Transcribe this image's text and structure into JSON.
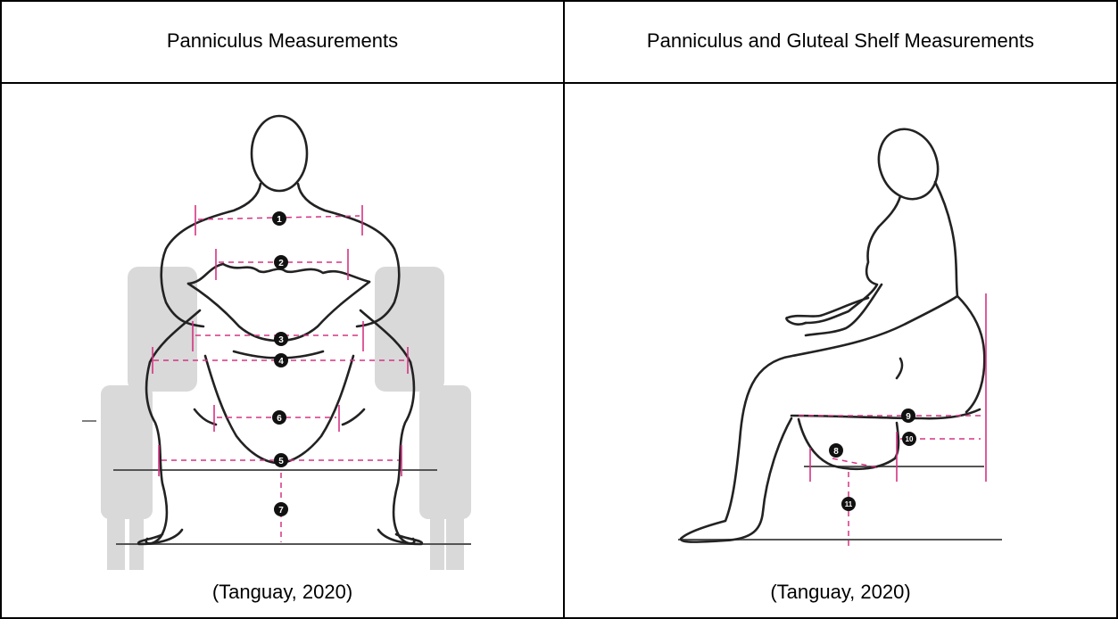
{
  "table": {
    "col1": {
      "header": "Panniculus Measurements",
      "caption": "(Tanguay, 2020)"
    },
    "col2": {
      "header": "Panniculus and Gluteal Shelf Measurements",
      "caption": "(Tanguay, 2020)"
    }
  },
  "markers_front": [
    "1",
    "2",
    "3",
    "4",
    "6",
    "5",
    "7"
  ],
  "markers_side": [
    "9",
    "10",
    "8",
    "11"
  ],
  "colors": {
    "measurement": "#d63384",
    "bench": "#d9d9d9",
    "outline": "#222222"
  }
}
